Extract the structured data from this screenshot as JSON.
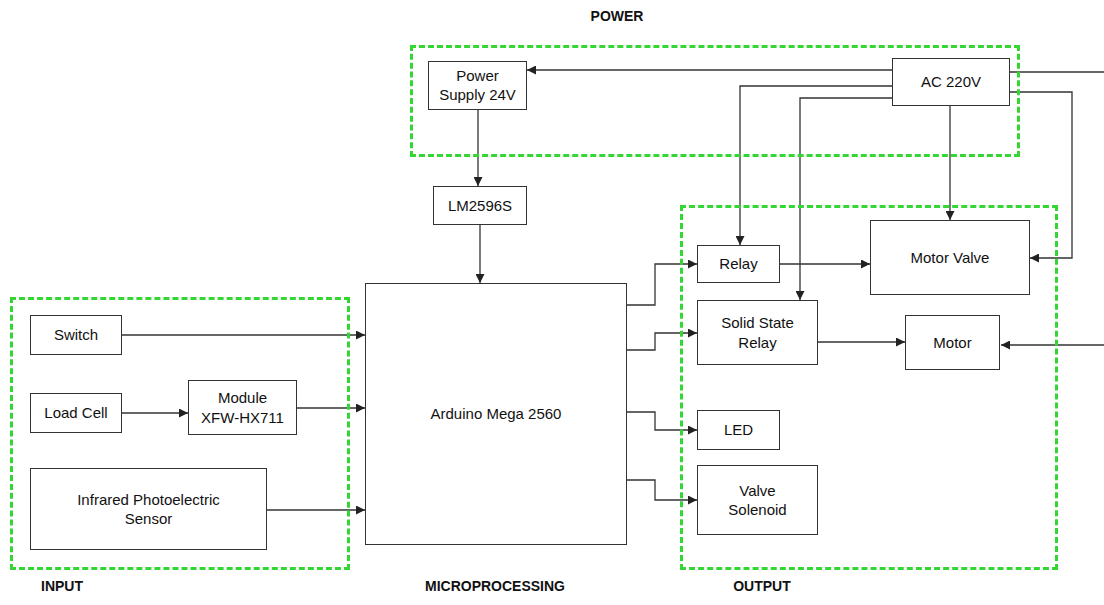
{
  "diagram": {
    "nodes": [
      {
        "text": [
          "POWER"
        ]
      },
      {
        "text": [
          "Power Supply 24V"
        ],
        "in": 0
      },
      {
        "text": [
          "AC 220V"
        ],
        "in": 0
      },
      {
        "text": [
          "LM2596S"
        ]
      },
      {
        "text": [
          "Arduino Mega 2560"
        ]
      },
      {
        "text": [
          "INPUT"
        ]
      },
      {
        "text": [
          "Switch"
        ],
        "in": 5
      },
      {
        "text": [
          "Load Cell"
        ],
        "in": 5
      },
      {
        "text": [
          "Module XFW-HX711"
        ],
        "in": 5
      },
      {
        "text": [
          "Infrared Photoelectric Sensor"
        ],
        "in": 5
      },
      {
        "text": [
          "OUTPUT"
        ]
      },
      {
        "text": [
          "Relay"
        ],
        "in": 10
      },
      {
        "text": [
          "Motor Valve"
        ],
        "in": 10
      },
      {
        "text": [
          "Solid State Relay"
        ],
        "in": 10
      },
      {
        "text": [
          "Motor"
        ],
        "in": 10
      },
      {
        "text": [
          "LED"
        ],
        "in": 10
      },
      {
        "text": [
          "Valve Solenoid"
        ],
        "in": 10
      }
    ],
    "edges": [
      {
        "from": 2,
        "to": 1,
        "arrow": "to"
      },
      {
        "from": 1,
        "to": 3,
        "arrow": "to"
      },
      {
        "from": 3,
        "to": 4,
        "arrow": "to"
      },
      {
        "from": 2,
        "to": 11,
        "arrow": "to"
      },
      {
        "from": 2,
        "to": 13,
        "arrow": "to"
      },
      {
        "from": 2,
        "to": 12,
        "arrow": "to"
      },
      {
        "from": 2,
        "to": 12,
        "arrow": "to"
      },
      {
        "from": 6,
        "to": 4,
        "arrow": "to"
      },
      {
        "from": 7,
        "to": 8,
        "arrow": "to"
      },
      {
        "from": 8,
        "to": 4,
        "arrow": "to"
      },
      {
        "from": 9,
        "to": 4,
        "arrow": "to"
      },
      {
        "from": 4,
        "to": 11,
        "arrow": "to"
      },
      {
        "from": 4,
        "to": 13,
        "arrow": "to"
      },
      {
        "from": 4,
        "to": 15,
        "arrow": "to"
      },
      {
        "from": 4,
        "to": 16,
        "arrow": "to"
      },
      {
        "from": 11,
        "to": 12,
        "arrow": "to"
      },
      {
        "from": 13,
        "to": 14,
        "arrow": "to"
      }
    ],
    "labels": [
      "MICROPROCESSING"
    ]
  }
}
